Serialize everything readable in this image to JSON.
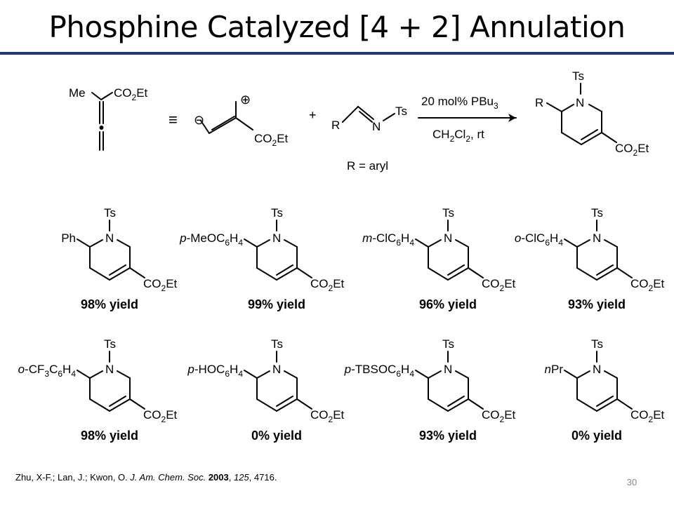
{
  "slide": {
    "title": "Phosphine Catalyzed [4 + 2] Annulation",
    "number": "30"
  },
  "colors": {
    "title_rule": "#1f3b6e",
    "text": "#000000",
    "slide_number": "#8a8a8a"
  },
  "reaction": {
    "allenoate": {
      "me": "Me",
      "ester": "CO",
      "ester_sub": "2",
      "ester_end": "Et"
    },
    "equivalence_symbol": "≡",
    "zwitterion": {
      "minus": "⊖",
      "plus": "⊕",
      "ester": "CO",
      "ester_sub": "2",
      "ester_end": "Et"
    },
    "plus_sign": "+",
    "imine": {
      "r": "R",
      "n": "N",
      "ts": "Ts"
    },
    "condition_above": {
      "text": "20 mol% PBu",
      "sub": "3"
    },
    "condition_below": {
      "pre": "CH",
      "sub1": "2",
      "mid": "Cl",
      "sub2": "2",
      "end": ", rt"
    },
    "r_definition": "R = aryl",
    "product": {
      "ts": "Ts",
      "n": "N",
      "r": "R",
      "ester": "CO",
      "ester_sub": "2",
      "ester_end": "Et"
    }
  },
  "examples": [
    {
      "sub": {
        "italic": "",
        "rest": "Ph",
        "s1": "",
        "mid": "",
        "s2": ""
      },
      "yield": "98% yield"
    },
    {
      "sub": {
        "italic": "p",
        "rest": "-MeOC",
        "s1": "6",
        "mid": "H",
        "s2": "4"
      },
      "yield": "99% yield"
    },
    {
      "sub": {
        "italic": "m",
        "rest": "-ClC",
        "s1": "6",
        "mid": "H",
        "s2": "4"
      },
      "yield": "96% yield"
    },
    {
      "sub": {
        "italic": "o",
        "rest": "-ClC",
        "s1": "6",
        "mid": "H",
        "s2": "4"
      },
      "yield": "93% yield"
    },
    {
      "sub": {
        "italic": "o",
        "rest": "-CF",
        "s1": "3",
        "mid": "C",
        "s2": "6",
        "mid2": "H",
        "s3": "4"
      },
      "yield": "98% yield"
    },
    {
      "sub": {
        "italic": "p",
        "rest": "-HOC",
        "s1": "6",
        "mid": "H",
        "s2": "4"
      },
      "yield": "0% yield"
    },
    {
      "sub": {
        "italic": "p",
        "rest": "-TBSOC",
        "s1": "6",
        "mid": "H",
        "s2": "4"
      },
      "yield": "93% yield"
    },
    {
      "sub": {
        "italic": "n",
        "rest": "Pr",
        "s1": "",
        "mid": "",
        "s2": ""
      },
      "yield": "0% yield"
    }
  ],
  "example_labels": {
    "ts": "Ts",
    "n": "N",
    "ester": "CO",
    "ester_sub": "2",
    "ester_end": "Et"
  },
  "citation": {
    "authors": "Zhu, X-F.; Lan, J.; Kwon, O. ",
    "journal": "J. Am. Chem. Soc.",
    "year_sep": " ",
    "year": "2003",
    "vol_sep": ", ",
    "volume": "125",
    "pages": ", 4716."
  }
}
